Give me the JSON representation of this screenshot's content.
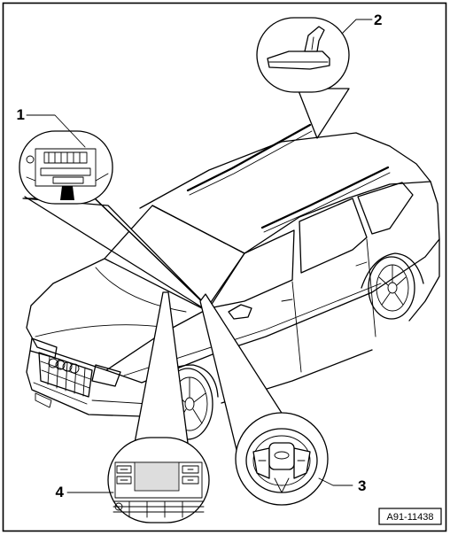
{
  "figure_id": "A91-11438",
  "callouts": [
    {
      "number": "1",
      "icon": "center-console-detail"
    },
    {
      "number": "2",
      "icon": "roof-antenna-detail"
    },
    {
      "number": "3",
      "icon": "steering-wheel-detail"
    },
    {
      "number": "4",
      "icon": "control-panel-detail"
    }
  ]
}
